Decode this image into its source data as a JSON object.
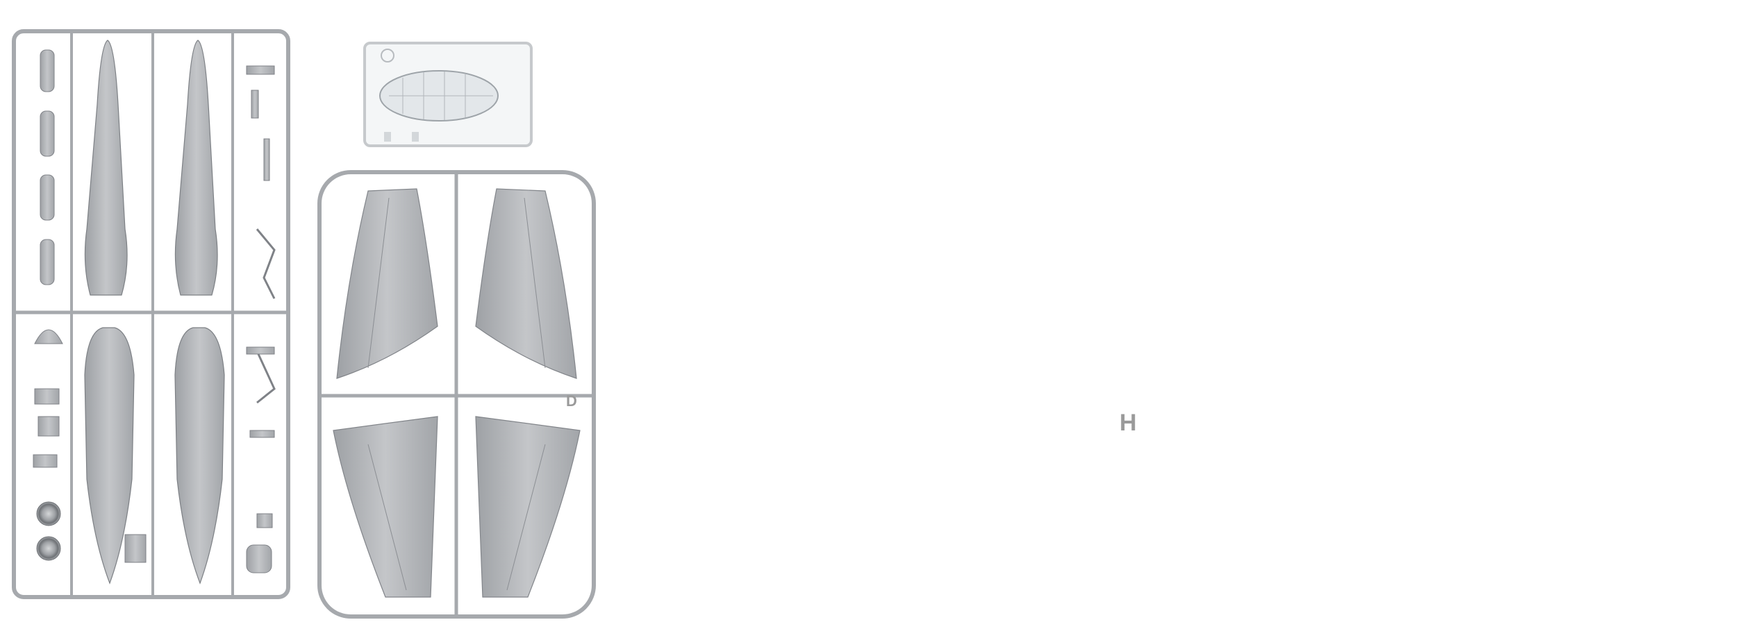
{
  "sprues": [
    {
      "id": "sprue-a",
      "letter": ""
    },
    {
      "id": "sprue-clear",
      "letter": ""
    },
    {
      "id": "sprue-d",
      "letter": "D"
    },
    {
      "id": "sprue-fuselage",
      "letter": ""
    },
    {
      "id": "sprue-h",
      "letter": "H"
    },
    {
      "id": "sprue-wing-upper",
      "letter": ""
    },
    {
      "id": "sprue-wing-lower",
      "letter": ""
    }
  ],
  "colors": {
    "plastic": "#b9bbbe",
    "plastic_dark": "#8d9095",
    "runner": "#a6a9ad",
    "fuselage": "#9ba4ad",
    "fuselage_line": "#5d6670",
    "clear": "#dfe3e6"
  }
}
